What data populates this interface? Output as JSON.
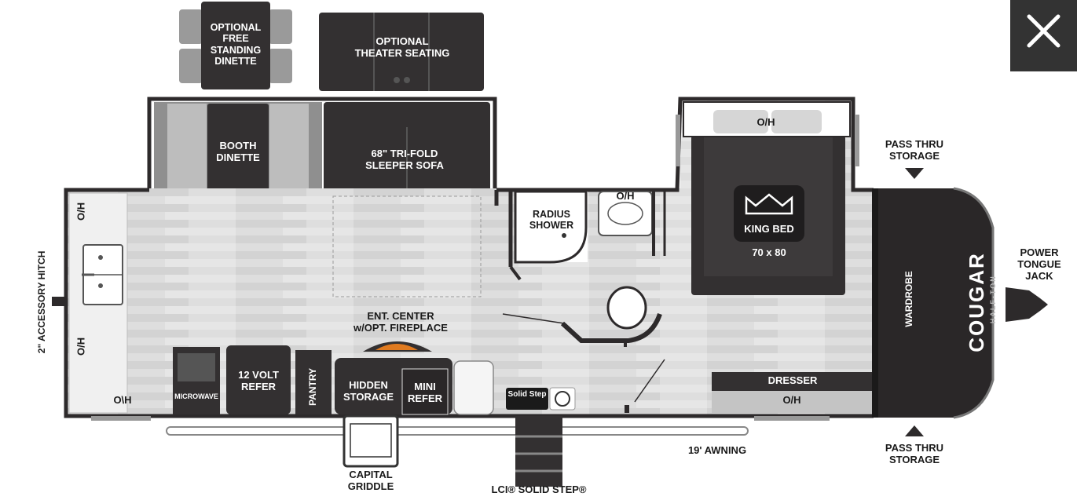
{
  "floorplan": {
    "optional_dinette": "OPTIONAL\nFREE\nSTANDING\nDINETTE",
    "optional_theater": "OPTIONAL\nTHEATER SEATING",
    "booth_dinette": "BOOTH\nDINETTE",
    "sleeper_sofa": "68\" TRI-FOLD\nSLEEPER SOFA",
    "radius_shower": "RADIUS\nSHOWER",
    "oh_bath": "O/H",
    "oh_bed": "O/H",
    "king_bed": "KING BED",
    "bed_size": "70 x 80",
    "pass_thru_top": "PASS THRU\nSTORAGE",
    "pass_thru_bottom": "PASS THRU\nSTORAGE",
    "power_jack": "POWER\nTONGUE\nJACK",
    "wardrobe": "WARDROBE",
    "brand": "COUGAR",
    "brand_sub": "HALF-TON",
    "dresser": "DRESSER",
    "oh_dresser": "O/H",
    "ent_center": "ENT. CENTER\nw/OPT. FIREPLACE",
    "oh_kitchen_top": "O/H",
    "oh_kitchen_mid": "O/H",
    "oh_kitchen_bottom": "O\\H",
    "accessory_hitch": "2\" ACCESSORY HITCH",
    "microwave": "MICROWAVE",
    "refer_12v": "12 VOLT\nREFER",
    "pantry": "PANTRY",
    "hidden_storage": "HIDDEN\nSTORAGE",
    "mini_refer": "MINI\nREFER",
    "solid_step_badge": "Solid Step",
    "awning": "19' AWNING",
    "capital_griddle": "CAPITAL\nGRIDDLE",
    "lci_solid_step": "LCI® SOLID STEP®"
  },
  "colors": {
    "wall": "#2d2a2b",
    "furniture": "#333031",
    "floor": "#dcdcdc",
    "cushion": "#a9a9a9"
  },
  "close_icon": "close-icon"
}
